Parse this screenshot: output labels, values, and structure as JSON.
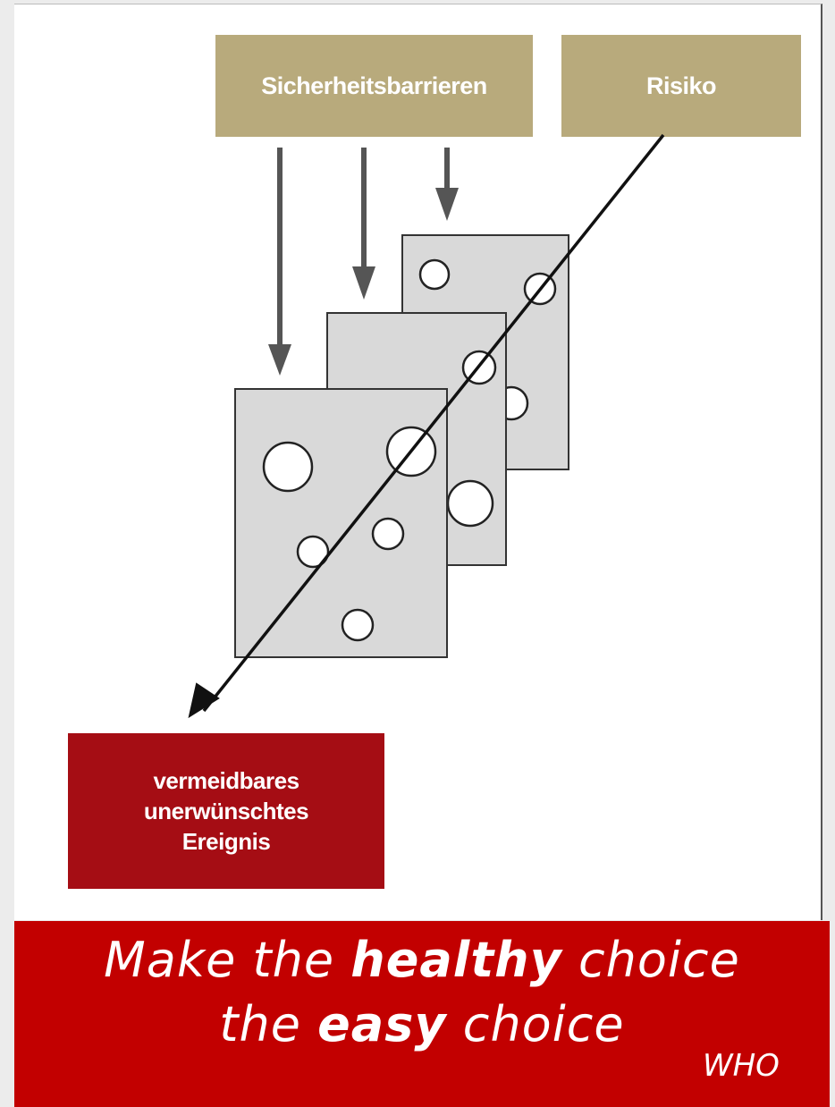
{
  "diagram": {
    "barriers_label": "Sicherheitsbarrieren",
    "risk_label": "Risiko",
    "event_label_lines": [
      "vermeidbares",
      "unerwünschtes",
      "Ereignis"
    ],
    "colors": {
      "header_box": "#b8aa7c",
      "event_box": "#a50d14",
      "barrier_slice": "#d9d9d9",
      "arrow": "#555555"
    }
  },
  "banner": {
    "line1_prefix": "Make the",
    "line1_bold": "healthy",
    "line1_suffix": "choice",
    "line2_prefix": "the",
    "line2_bold": "easy",
    "line2_suffix": "choice",
    "attribution": "WHO",
    "color": "#c20000"
  }
}
